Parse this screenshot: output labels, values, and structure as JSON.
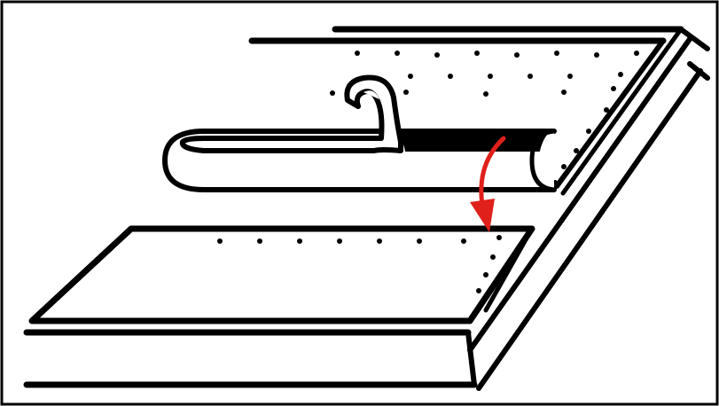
{
  "diagram": {
    "colors": {
      "stroke": "#000000",
      "background": "#ffffff",
      "arrow": "#e0201b"
    },
    "parts": {
      "frame_border": "outer-border",
      "board": "base-panel",
      "upper_surface": "adhesive-surface",
      "roll": "rolled-sheet",
      "peel": "peeled-corner",
      "direction_arrow": "fold-down-arrow"
    }
  }
}
